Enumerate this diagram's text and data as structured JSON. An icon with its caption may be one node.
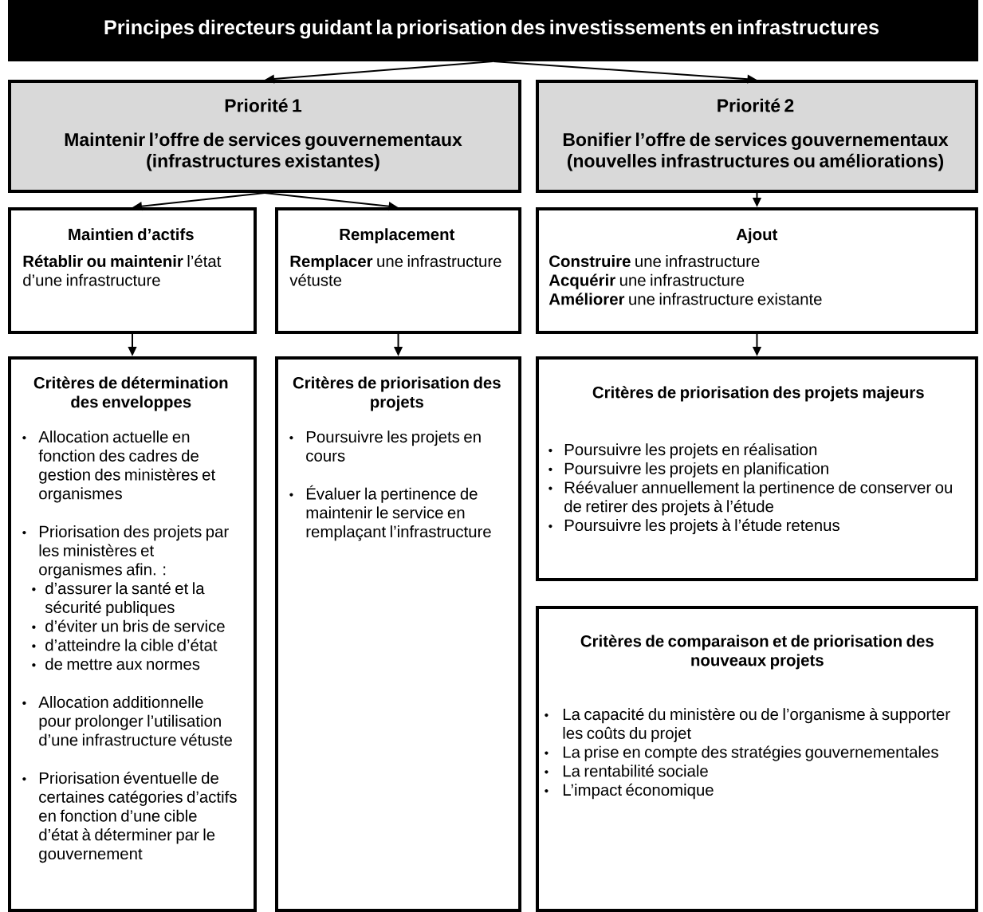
{
  "diagram": {
    "nodes": [
      {
        "text": [
          "Principes directeurs guidant la priorisation des investissements en infrastructures"
        ]
      },
      {
        "text": [
          "Priorité 1",
          "Maintenir l’offre de services gouvernementaux (infrastructures existantes)"
        ]
      },
      {
        "text": [
          "Priorité 2",
          "Bonifier l’offre de services gouvernementaux (nouvelles infrastructures ou améliorations)"
        ]
      },
      {
        "text": [
          "Maintien d’actifs",
          "**Rétablir ou maintenir** l’état d’une infrastructure"
        ]
      },
      {
        "text": [
          "Remplacement",
          "**Remplacer** une infrastructure vétuste"
        ]
      },
      {
        "text": [
          "Ajout",
          "**Construire** une infrastructure",
          "**Acquérir** une infrastructure",
          "**Améliorer** une infrastructure existante"
        ]
      },
      {
        "text": [
          "Critères de détermination des enveloppes",
          "Allocation actuelle en fonction des cadres de gestion des ministères et organismes",
          "Priorisation des projets par les ministères et organismes afin. :",
          "d’assurer la santé et la sécurité publiques",
          "d’éviter un bris de service",
          "d’atteindre la cible d’état",
          "de mettre aux normes",
          "Allocation additionnelle pour prolonger l’utilisation d’une infrastructure vétuste",
          "Priorisation éventuelle de certaines catégories d’actifs en fonction d’une cible d’état à déterminer par le gouvernement"
        ]
      },
      {
        "text": [
          "Critères de priorisation des projets",
          "Poursuivre les projets en cours",
          "Évaluer la pertinence de maintenir le service en remplaçant l’infrastructure"
        ]
      },
      {
        "text": [
          "Critères de priorisation des projets majeurs",
          "Poursuivre les projets en réalisation",
          "Poursuivre les projets en planification",
          "Réévaluer annuellement la pertinence de conserver ou de retirer des projets à l’étude",
          "Poursuivre les projets à l’étude retenus"
        ]
      },
      {
        "text": [
          "Critères de comparaison et de priorisation des nouveaux projets",
          "La capacité du ministère ou de l’organisme à supporter les coûts du projet",
          "La prise en compte des stratégies gouvernementales",
          "La rentabilité sociale",
          "L’impact économique"
        ]
      }
    ],
    "edges": [
      {
        "from": 0,
        "to": 1,
        "arrow": "to"
      },
      {
        "from": 0,
        "to": 2,
        "arrow": "to"
      },
      {
        "from": 1,
        "to": 3,
        "arrow": "to"
      },
      {
        "from": 1,
        "to": 4,
        "arrow": "to"
      },
      {
        "from": 2,
        "to": 5,
        "arrow": "to"
      },
      {
        "from": 3,
        "to": 6,
        "arrow": "to"
      },
      {
        "from": 4,
        "to": 7,
        "arrow": "to"
      },
      {
        "from": 5,
        "to": 8,
        "arrow": "to"
      }
    ]
  }
}
